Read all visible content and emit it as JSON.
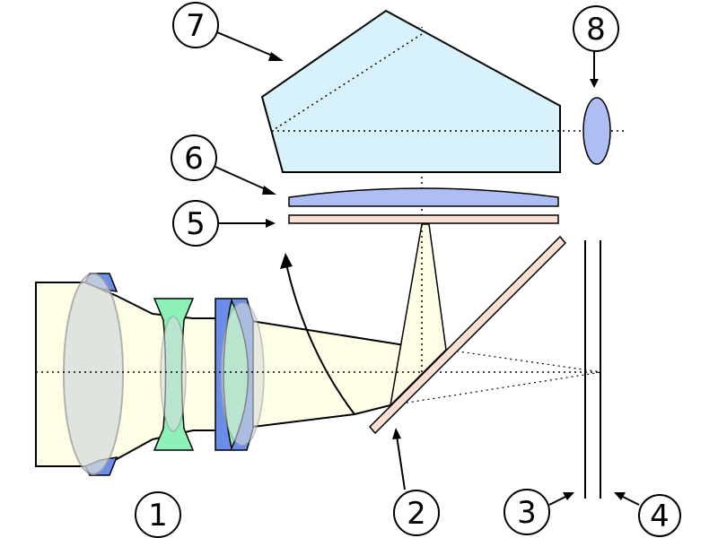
{
  "labels": {
    "one": "1",
    "two": "2",
    "three": "3",
    "four": "4",
    "five": "5",
    "six": "6",
    "seven": "7",
    "eight": "8"
  },
  "colors": {
    "light_beam": "#fefde6",
    "lens_blue": "#6b8eea",
    "lens_green": "#8ef2b8",
    "lens_grey": "#d6dcdc",
    "pentaprism": "#d8f2fb",
    "condenser": "#aebef2",
    "screen": "#fbe0d4",
    "mirror": "#fbe0d4",
    "eyepiece": "#aebef2",
    "stroke": "#000000"
  }
}
